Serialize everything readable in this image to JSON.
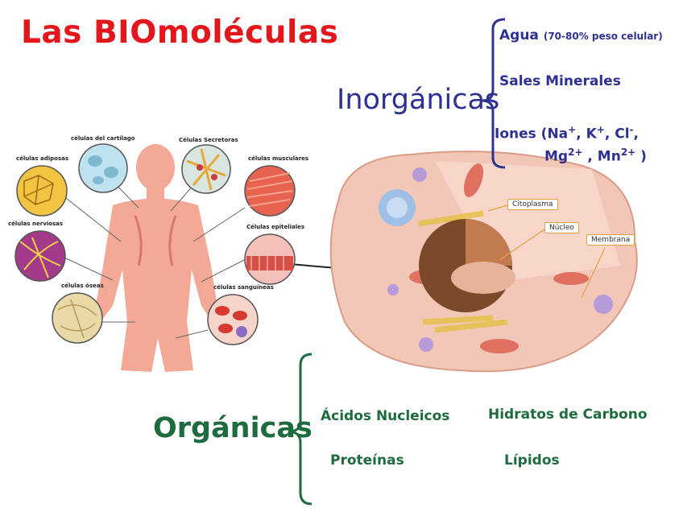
{
  "title": "Las BIOmoléculas",
  "inorganicas": {
    "heading": "Inorgánicas",
    "agua": "Agua",
    "agua_note": "(70-80% peso celular)",
    "sales": "Sales Minerales",
    "iones_line1_a": "Iones (Na",
    "iones_sup1": "+",
    "iones_line1_b": ", K",
    "iones_sup2": "+",
    "iones_line1_c": ", Cl",
    "iones_sup3": "-",
    "iones_line1_d": ",",
    "iones_line2_a": "Mg",
    "iones_sup4": "2+",
    "iones_line2_b": " , Mn",
    "iones_sup5": "2+",
    "iones_line2_c": " )"
  },
  "organicas": {
    "heading": "Orgánicas",
    "acidos": "Ácidos Nucleicos",
    "hidratos": "Hidratos de Carbono",
    "proteinas": "Proteínas",
    "lipidos": "Lípidos"
  },
  "body_labels": {
    "cartilago": "células del cartílago",
    "secretoras": "Células Secretoras",
    "adiposas": "células adiposas",
    "musculares": "células musculares",
    "nerviosas": "células nerviosas",
    "epiteliales": "Células epiteliales",
    "oseas": "células óseas",
    "sanguineas": "células sanguíneas"
  },
  "cell_labels": {
    "citoplasma": "Citoplasma",
    "nucleo": "Núcleo",
    "membrana": "Membrana"
  },
  "colors": {
    "title": "#e3161c",
    "inorganic": "#2e3192",
    "organic": "#1d6b3e",
    "label_border": "#e3a23b"
  }
}
